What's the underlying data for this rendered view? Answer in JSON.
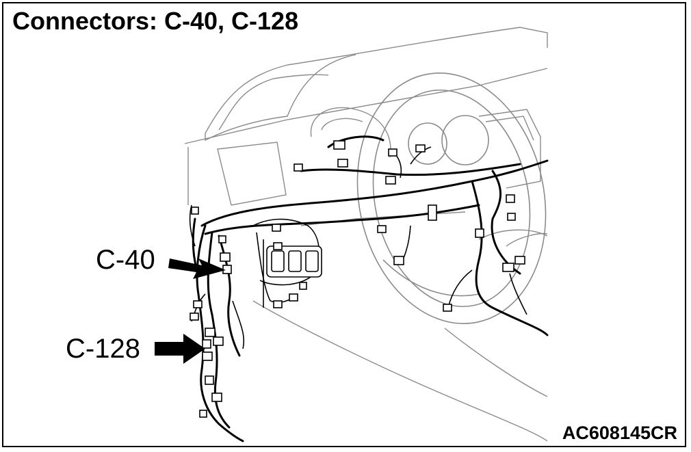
{
  "diagram": {
    "title": "Connectors: C-40, C-128",
    "callouts": [
      {
        "id": "c40",
        "text": "C-40"
      },
      {
        "id": "c128",
        "text": "C-128"
      }
    ],
    "figure_code": "AC608145CR"
  }
}
